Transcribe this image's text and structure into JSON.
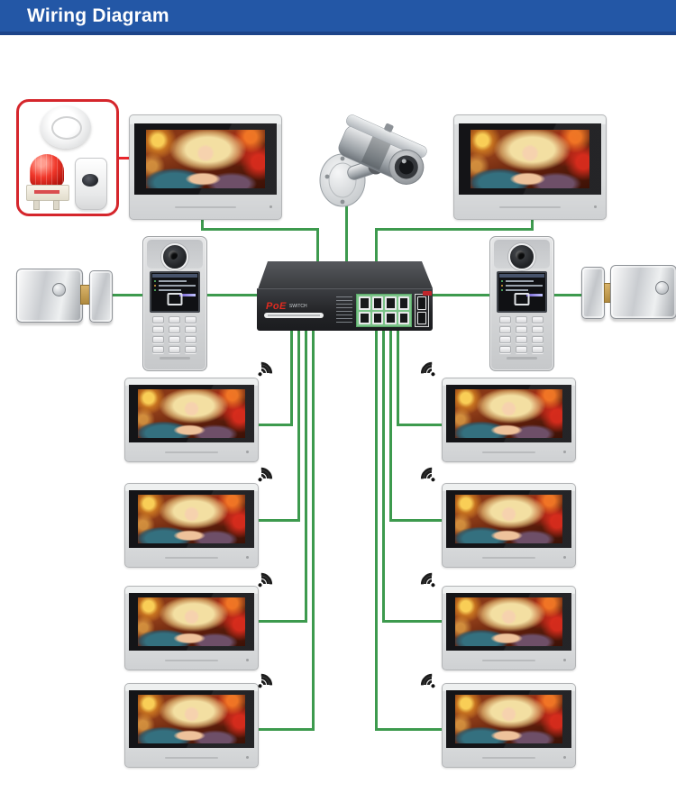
{
  "header": {
    "title": "Wiring Diagram"
  },
  "poe_switch": {
    "brand": "PoE",
    "label": "SWITCH",
    "lan_ports": 8,
    "uplink_ports": 2
  },
  "colors": {
    "header_bg": "#2357a6",
    "wire_green": "#3d9a4e",
    "wire_red": "#e8252b",
    "alarm_box_border": "#d5262c",
    "switch_brand_red": "#e02b20",
    "port_band_green": "#7cc489"
  },
  "icons": {
    "wifi": "wifi-signal-icon",
    "camera": "cctv-bullet-camera",
    "smoke_detector": "smoke-detector",
    "alarm_siren": "alarm-siren",
    "pir_sensor": "pir-motion-sensor",
    "door_station": "video-door-station",
    "electric_lock": "electric-rim-lock",
    "indoor_monitor": "indoor-monitor"
  },
  "counts": {
    "top_monitors": 2,
    "indoor_monitors": 8,
    "door_stations": 2,
    "electric_locks": 2,
    "wifi_badges": 8
  }
}
